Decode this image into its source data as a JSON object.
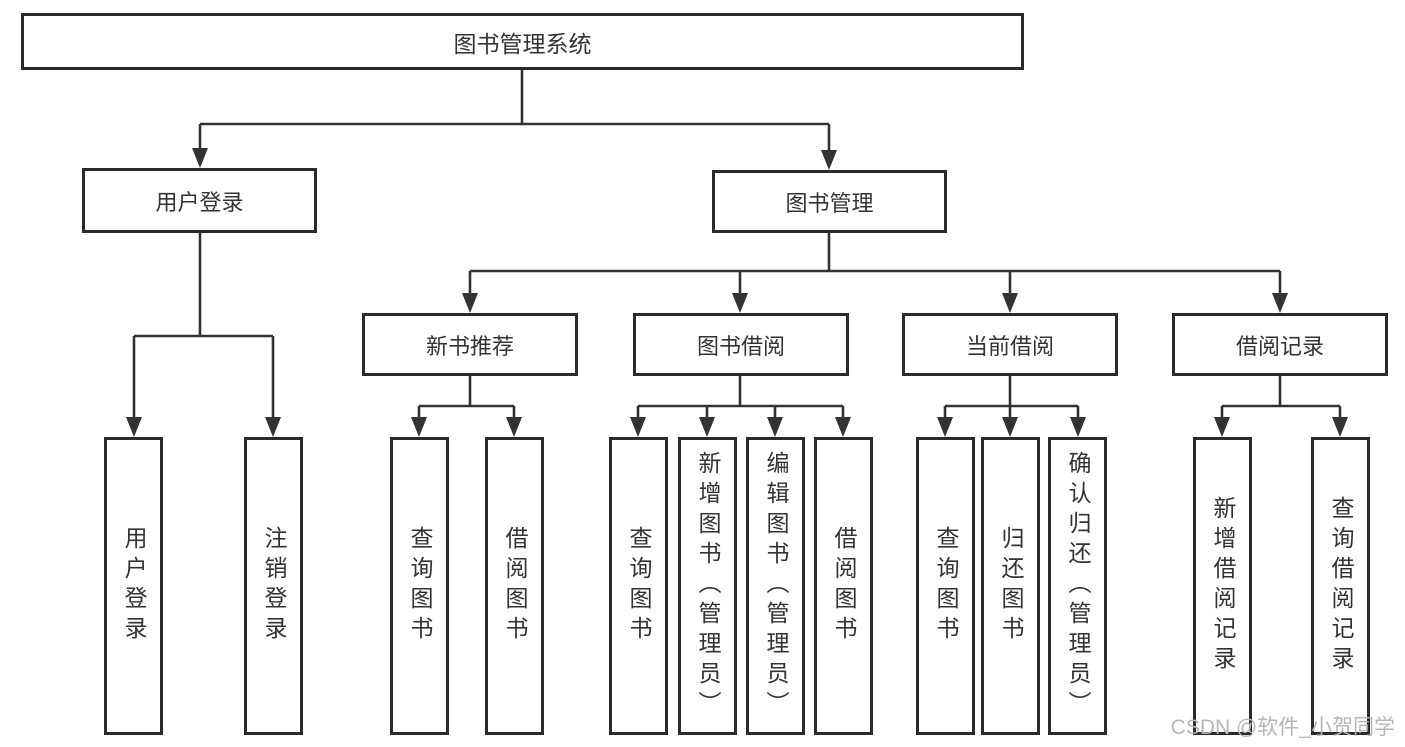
{
  "diagram": {
    "root": {
      "label": "图书管理系统"
    },
    "level2": [
      {
        "label": "用户登录"
      },
      {
        "label": "图书管理"
      }
    ],
    "level3": [
      {
        "label": "新书推荐",
        "parent": "图书管理"
      },
      {
        "label": "图书借阅",
        "parent": "图书管理"
      },
      {
        "label": "当前借阅",
        "parent": "图书管理"
      },
      {
        "label": "借阅记录",
        "parent": "图书管理"
      }
    ],
    "leaves": [
      {
        "label": "用户登录",
        "parent": "用户登录"
      },
      {
        "label": "注销登录",
        "parent": "用户登录"
      },
      {
        "label": "查询图书",
        "parent": "新书推荐"
      },
      {
        "label": "借阅图书",
        "parent": "新书推荐"
      },
      {
        "label": "查询图书",
        "parent": "图书借阅"
      },
      {
        "label": "新增图书（管理员）",
        "parent": "图书借阅"
      },
      {
        "label": "编辑图书（管理员）",
        "parent": "图书借阅"
      },
      {
        "label": "借阅图书",
        "parent": "图书借阅"
      },
      {
        "label": "查询图书",
        "parent": "当前借阅"
      },
      {
        "label": "归还图书",
        "parent": "当前借阅"
      },
      {
        "label": "确认归还（管理员）",
        "parent": "当前借阅"
      },
      {
        "label": "新增借阅记录",
        "parent": "借阅记录"
      },
      {
        "label": "查询借阅记录",
        "parent": "借阅记录"
      }
    ],
    "watermark": "CSDN @软件_小贺同学",
    "colors": {
      "line": "#333333",
      "border": "#2b2b2b",
      "text": "#333333",
      "background": "#ffffff",
      "watermark": "#b7b7b7"
    }
  }
}
